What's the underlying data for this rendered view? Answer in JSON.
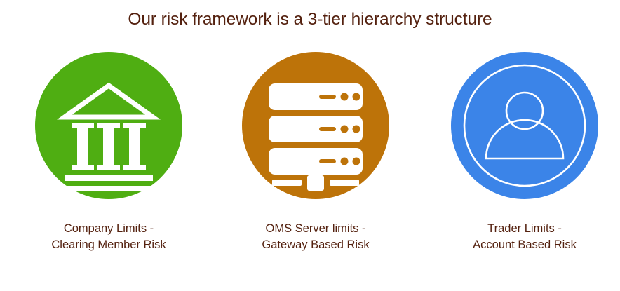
{
  "slide": {
    "background_color": "#ffffff",
    "title": "Our risk framework is a 3-tier hierarchy structure",
    "title_color": "#54210F",
    "caption_color": "#54210F"
  },
  "tiers": [
    {
      "id": "company",
      "icon_name": "bank-icon",
      "circle_color": "#4FAE12",
      "icon_color": "#FFFFFF",
      "caption_line1": "Company Limits -",
      "caption_line2": "Clearing Member Risk"
    },
    {
      "id": "oms-server",
      "icon_name": "server-rack-icon",
      "circle_color": "#BD7309",
      "icon_color": "#FFFFFF",
      "caption_line1": "OMS Server limits -",
      "caption_line2": "Gateway Based Risk"
    },
    {
      "id": "trader",
      "icon_name": "user-circle-icon",
      "circle_color": "#3B84E8",
      "icon_color": "#FFFFFF",
      "caption_line1": "Trader Limits -",
      "caption_line2": "Account Based Risk"
    }
  ]
}
